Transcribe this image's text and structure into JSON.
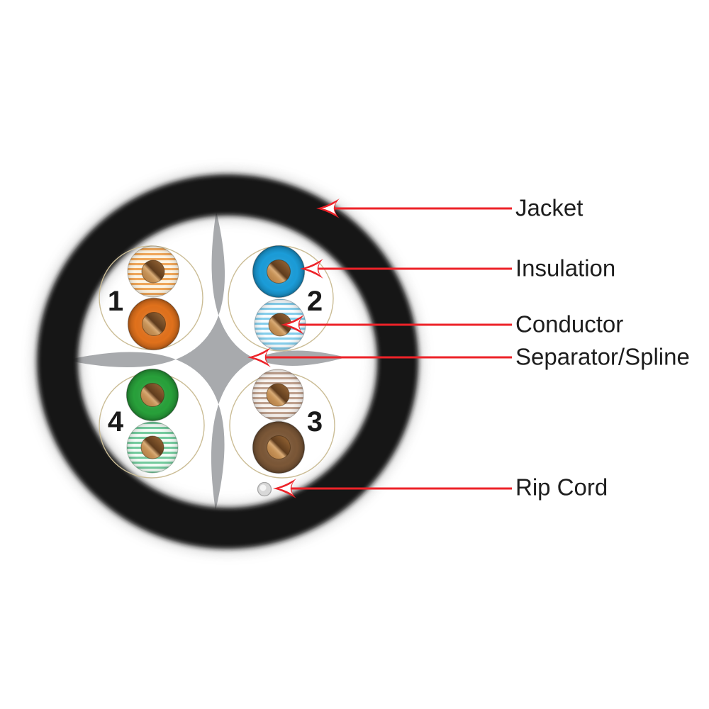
{
  "figure": {
    "type": "cable-cross-section-diagram",
    "callouts": [
      {
        "id": "jacket",
        "label": "Jacket"
      },
      {
        "id": "insulation",
        "label": "Insulation"
      },
      {
        "id": "conductor",
        "label": "Conductor"
      },
      {
        "id": "separator",
        "label": "Separator/Spline"
      },
      {
        "id": "ripcord",
        "label": "Rip Cord"
      }
    ],
    "pairs": [
      {
        "number": "1",
        "position": "top-left",
        "top_wire": "white-orange striped",
        "bottom_wire": "orange solid"
      },
      {
        "number": "2",
        "position": "top-right",
        "top_wire": "blue solid",
        "bottom_wire": "white-blue striped"
      },
      {
        "number": "3",
        "position": "bottom-right",
        "top_wire": "white-brown striped",
        "bottom_wire": "brown solid"
      },
      {
        "number": "4",
        "position": "bottom-left",
        "top_wire": "green solid",
        "bottom_wire": "white-green striped"
      }
    ],
    "colors": {
      "arrow_red": "#ed2228",
      "jacket_black": "#141414",
      "jacket_halo": "#8a8a8a",
      "spline_gray": "#a8aaad",
      "pair_ring": "#cbbd96",
      "number_text": "#1a1a1a",
      "label_text": "#1d1d1d",
      "solid_orange": "#e0711c",
      "solid_blue": "#1b9cd8",
      "solid_green": "#28a03a",
      "solid_brown": "#7b5737",
      "stripe_orange": "#f0a75a",
      "stripe_orange_bg": "#fdf4e3",
      "stripe_blue": "#85ceec",
      "stripe_blue_bg": "#fbfeff",
      "stripe_green": "#74cb9e",
      "stripe_green_bg": "#f6fdf8",
      "stripe_brown": "#bfa18e",
      "stripe_brown_bg": "#f8f3ef",
      "copper_mid": "#a5713d",
      "copper_light": "#d9ab76",
      "copper_dark": "#5f3c1d",
      "ripcord_fill": "#d8d8d8",
      "ripcord_edge": "#a6a6a6"
    }
  }
}
